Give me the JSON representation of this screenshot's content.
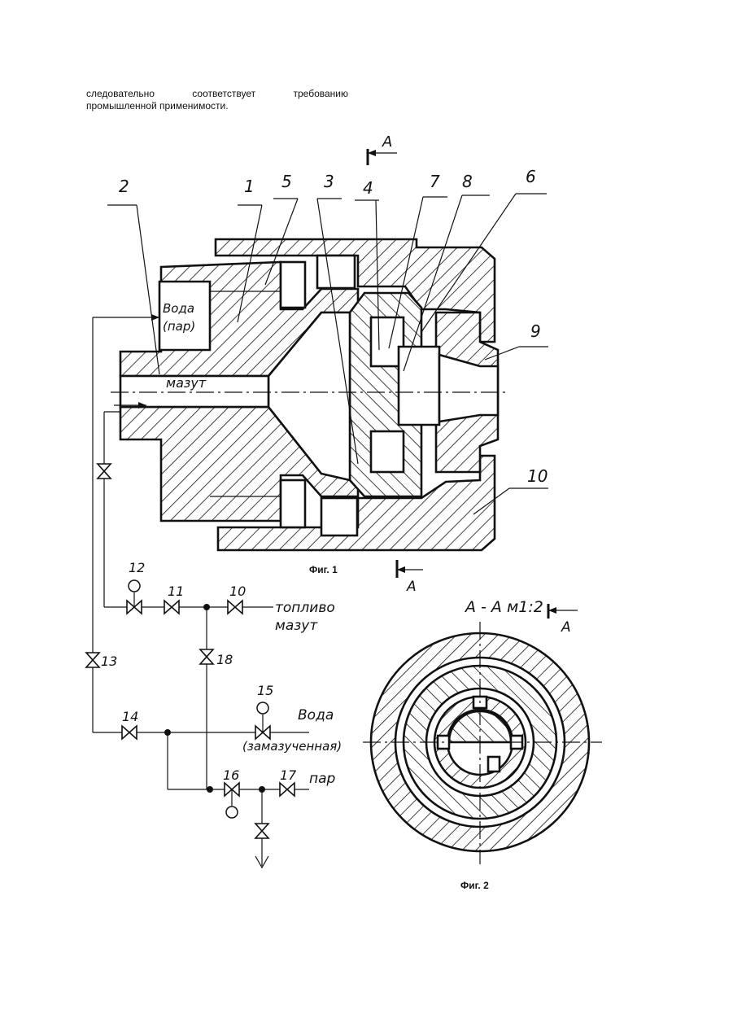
{
  "text": {
    "line1_words": [
      "следовательно",
      "соответствует",
      "требованию"
    ],
    "line2": "промышленной применимости."
  },
  "figure1": {
    "caption": "Фиг. 1",
    "section_mark": "А",
    "part_numbers": [
      "2",
      "1",
      "5",
      "3",
      "4",
      "7",
      "8",
      "6",
      "9",
      "10"
    ],
    "labels": {
      "water_steam_1": "Вода",
      "water_steam_2": "(пар)",
      "fuel_oil": "мазут"
    }
  },
  "figure2": {
    "caption": "Фиг. 2",
    "section_title": "А - А  м1:2",
    "section_mark": "А"
  },
  "piping": {
    "valve_numbers": [
      "12",
      "11",
      "10",
      "13",
      "18",
      "15",
      "14",
      "16",
      "17"
    ],
    "labels": {
      "fuel_1": "топливо",
      "fuel_2": "мазут",
      "water": "Вода",
      "water_oily": "(замазученная)",
      "steam": "пар"
    }
  }
}
